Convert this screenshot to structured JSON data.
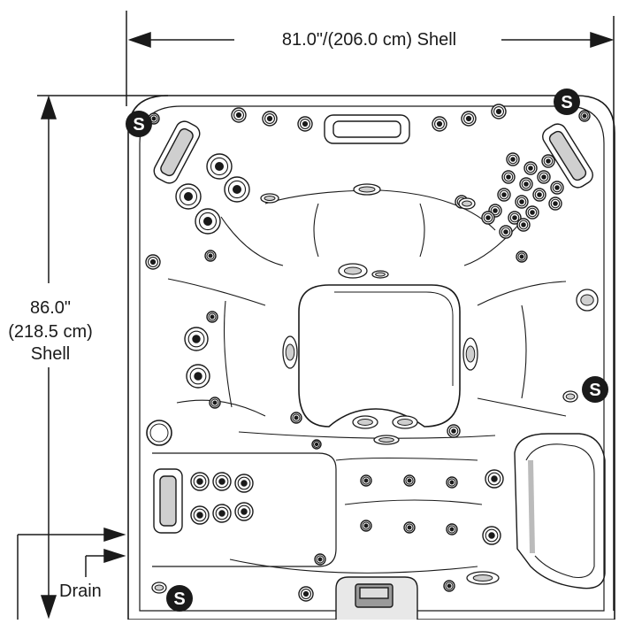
{
  "diagram": {
    "width_label": "81.0\"/(206.0 cm) Shell",
    "height_label_line1": "86.0\"",
    "height_label_line2": "(218.5 cm)",
    "height_label_line3": "Shell",
    "drain_label": "Drain",
    "skimmer_symbol": "S"
  },
  "colors": {
    "line": "#1a1a1a",
    "fill": "#ffffff",
    "shade": "#cfcfcf"
  },
  "icons": {
    "skimmer": "s-circle-icon",
    "jet": "jet-ring-icon",
    "pillow": "headrest-pillow-icon",
    "control_panel": "control-panel-icon"
  }
}
